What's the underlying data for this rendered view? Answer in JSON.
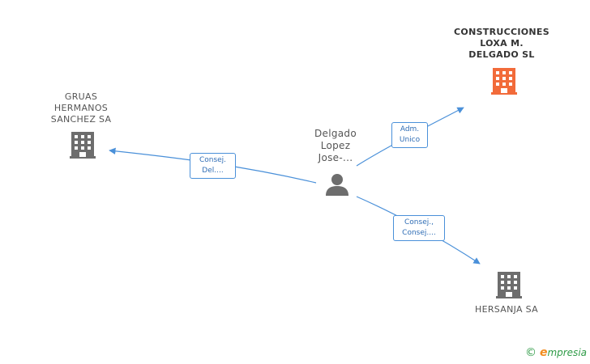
{
  "nodes": {
    "construcciones": {
      "lines": [
        "CONSTRUCCIONES",
        "LOXA M.",
        "DELGADO SL"
      ],
      "icon": "building-icon",
      "color": "#f26b3a"
    },
    "gruas": {
      "lines": [
        "GRUAS",
        "HERMANOS",
        "SANCHEZ SA"
      ],
      "icon": "building-icon",
      "color": "#6d6d6d"
    },
    "hersanja": {
      "lines": [
        "HERSANJA SA"
      ],
      "icon": "building-icon",
      "color": "#6d6d6d"
    },
    "person": {
      "lines": [
        "Delgado",
        "Lopez",
        "Jose-..."
      ],
      "icon": "person-icon",
      "color": "#6d6d6d"
    }
  },
  "edges": {
    "to_construcciones": {
      "lines": [
        "Adm.",
        "Unico"
      ]
    },
    "to_gruas": {
      "lines": [
        "Consej.",
        "Del...."
      ]
    },
    "to_hersanja": {
      "lines": [
        "Consej.,",
        "Consej...."
      ]
    }
  },
  "edge_color": "#4a90d9",
  "brand": {
    "copyright": "©",
    "initial": "e",
    "name": "mpresia"
  }
}
